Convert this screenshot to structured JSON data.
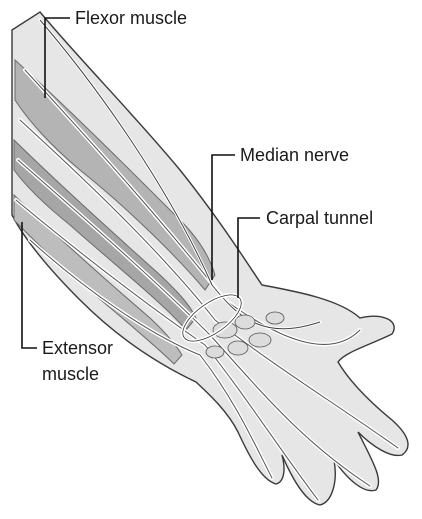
{
  "labels": {
    "flexor_muscle": "Flexor muscle",
    "median_nerve": "Median nerve",
    "carpal_tunnel": "Carpal tunnel",
    "extensor_muscle_line1": "Extensor",
    "extensor_muscle_line2": "muscle"
  },
  "colors": {
    "skin": "#e6e6e6",
    "muscle": "#b4b4b4",
    "muscle_dark": "#8a8a8a",
    "tendon": "#ffffff",
    "outline": "#3a3a3a",
    "leader": "#111111"
  }
}
